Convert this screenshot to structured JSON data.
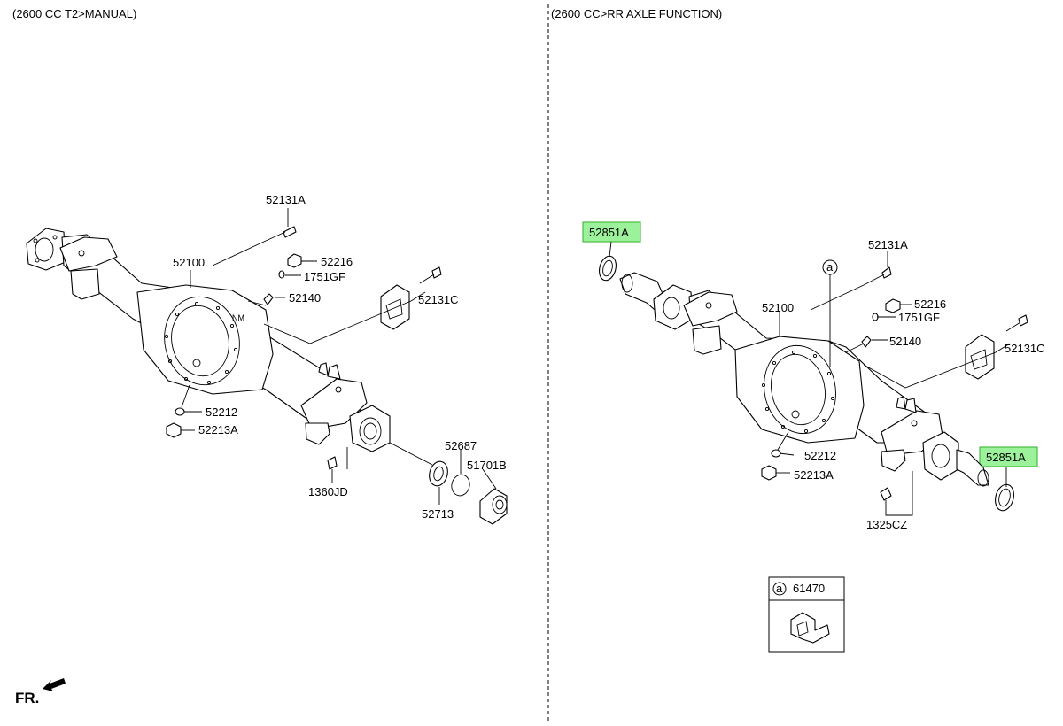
{
  "headers": {
    "left": "(2600 CC T2>MANUAL)",
    "right": "(2600 CC>RR AXLE FUNCTION)"
  },
  "left_labels": {
    "p52131A": "52131A",
    "p52216": "52216",
    "p1751GF": "1751GF",
    "p52100": "52100",
    "p52140": "52140",
    "p52131C": "52131C",
    "p52212": "52212",
    "p52213A": "52213A",
    "p52687": "52687",
    "p51701B": "51701B",
    "p1360JD": "1360JD",
    "p52713": "52713"
  },
  "right_labels": {
    "p52851A_left": "52851A",
    "p52131A": "52131A",
    "p52216": "52216",
    "p1751GF": "1751GF",
    "p52100": "52100",
    "p52140": "52140",
    "p52131C": "52131C",
    "p52212": "52212",
    "p52213A": "52213A",
    "p52851A_right": "52851A",
    "p1325CZ": "1325CZ",
    "ref_a": "a"
  },
  "inset": {
    "ref_letter": "a",
    "part_number": "61470"
  },
  "footer": {
    "direction": "FR."
  },
  "colors": {
    "highlight_fill": "#9cf29a",
    "highlight_border": "#2fb02b",
    "divider": "#000000"
  }
}
